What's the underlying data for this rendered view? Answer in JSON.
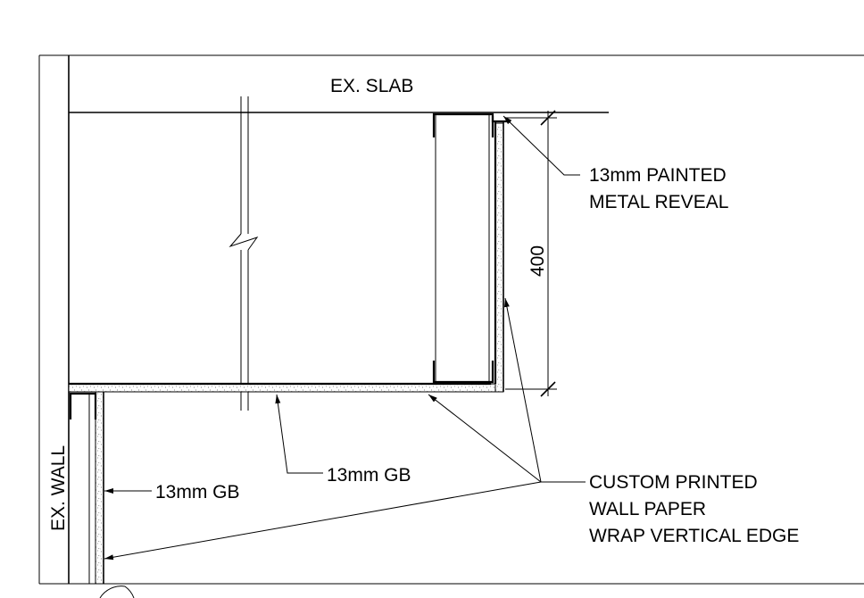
{
  "labels": {
    "slab": "EX. SLAB",
    "wall": "EX. WALL",
    "reveal_line1": "13mm PAINTED",
    "reveal_line2": "METAL REVEAL",
    "dimension": "400",
    "gb_left": "13mm GB",
    "gb_soffit": "13mm GB",
    "wallpaper_line1": "CUSTOM PRINTED",
    "wallpaper_line2": "WALL PAPER",
    "wallpaper_line3": "WRAP VERTICAL EDGE"
  }
}
